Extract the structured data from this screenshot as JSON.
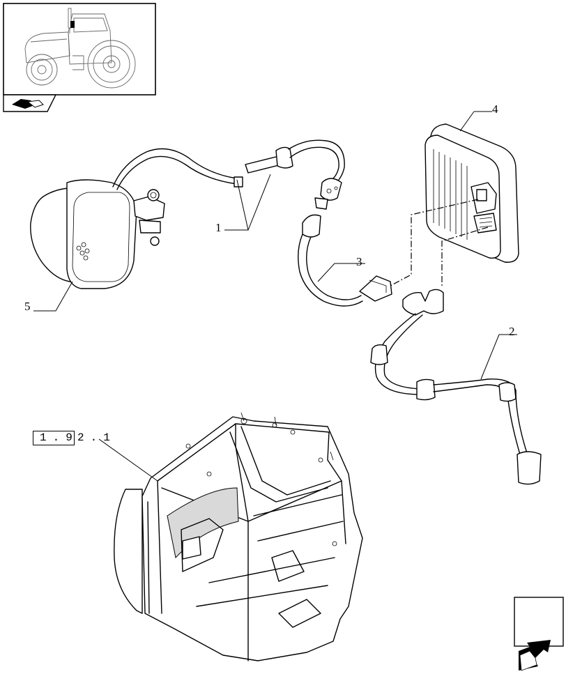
{
  "callouts": {
    "c1": "1",
    "c2": "2",
    "c3": "3",
    "c4": "4",
    "c5": "5"
  },
  "reference": {
    "boxed": "1.9",
    "tail": "2.1"
  },
  "icons": {
    "thumbnail": "tractor-icon",
    "section": "section-tab-icon",
    "next_page": "next-page-arrow-icon"
  }
}
